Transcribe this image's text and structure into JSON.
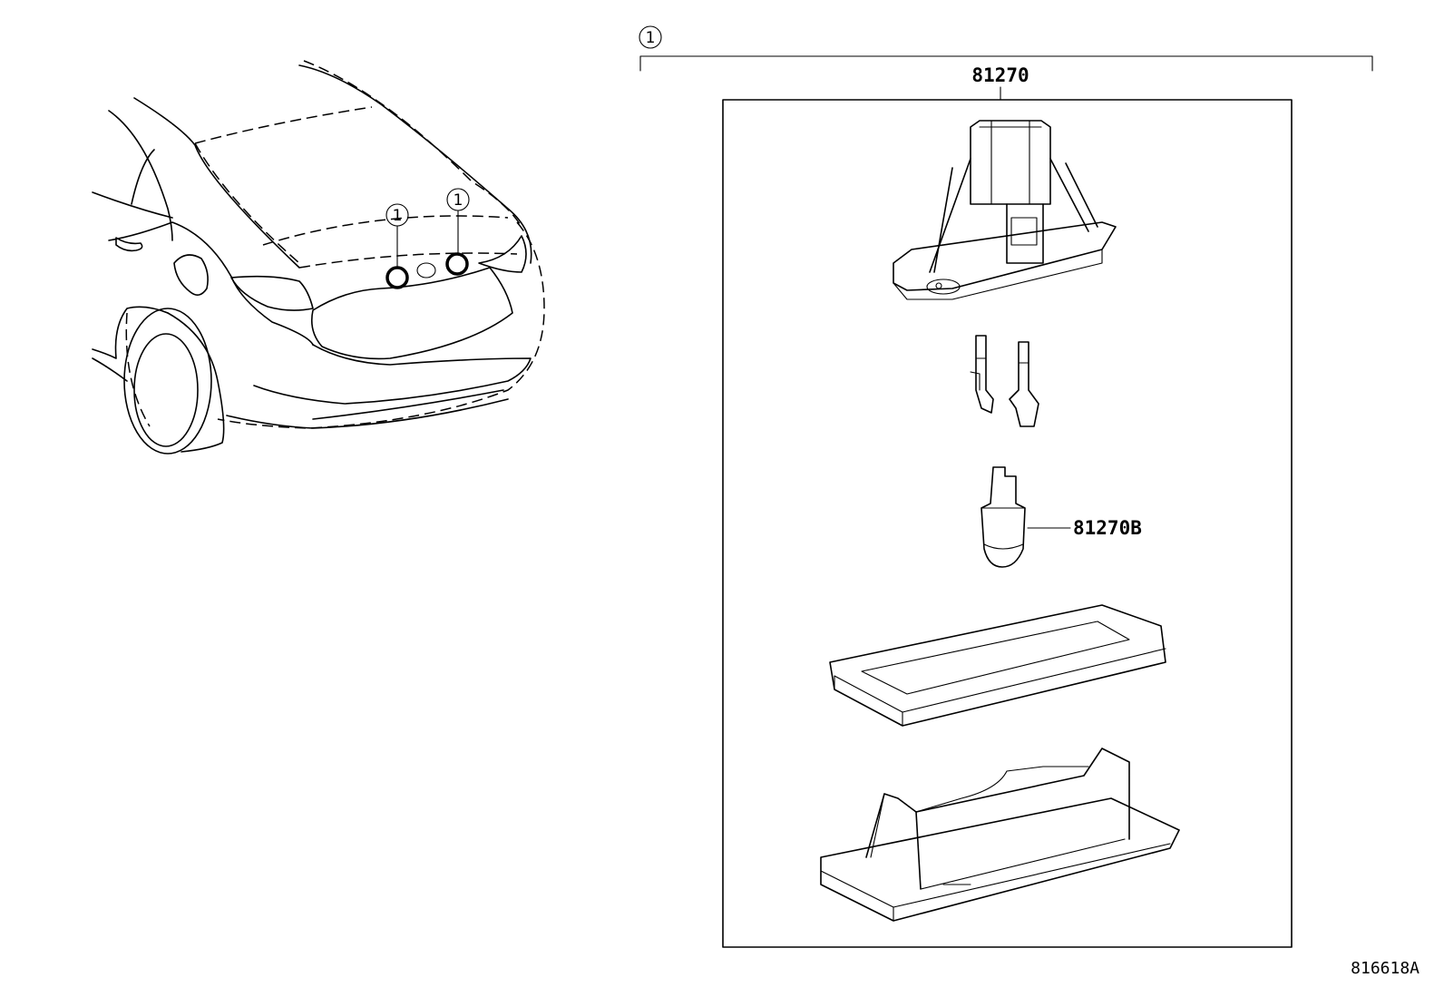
{
  "callout_marker": "1",
  "vehicle": {
    "callouts": [
      "1",
      "1"
    ]
  },
  "kit": {
    "callout": "1",
    "assembly_part_number": "81270",
    "bulb_part_number": "81270B"
  },
  "illustration_code": "816618A"
}
